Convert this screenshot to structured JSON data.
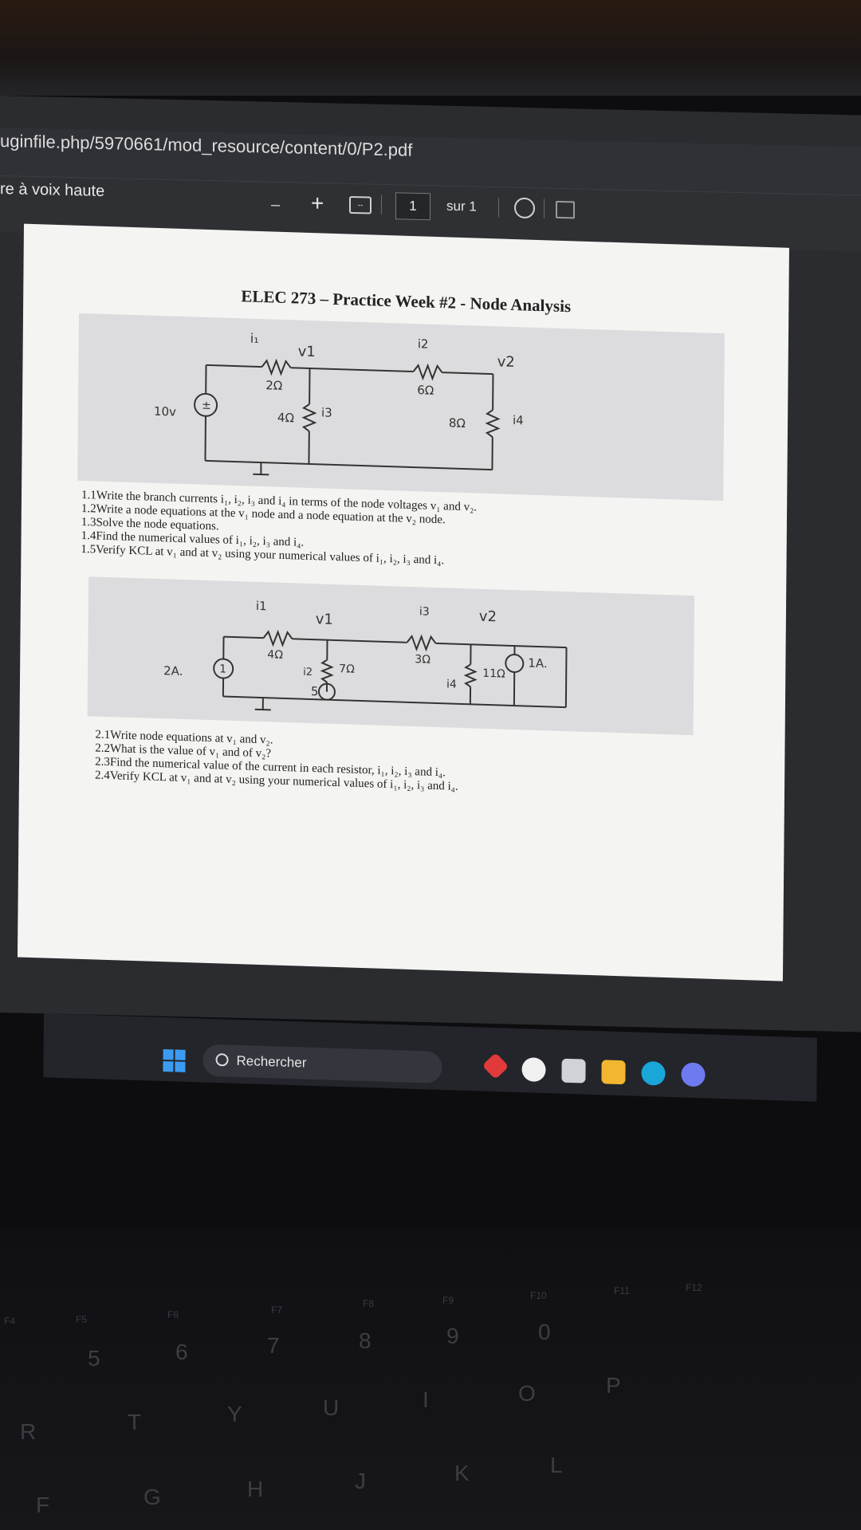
{
  "browser": {
    "url": "uginfile.php/5970661/mod_resource/content/0/P2.pdf",
    "read_aloud": "re à voix haute"
  },
  "pdf_toolbar": {
    "zoom_out": "–",
    "zoom_in": "+",
    "page_number": "1",
    "page_of": "sur 1"
  },
  "document": {
    "title": "ELEC 273 – Practice Week #2 - Node Analysis",
    "circuit1_labels": {
      "i1": "i₁",
      "i2": "i2",
      "v1": "v1",
      "v2": "v2",
      "r1": "2Ω",
      "r2": "6Ω",
      "r3": "4Ω",
      "r4": "8Ω",
      "i3": "i3",
      "i4": "i4",
      "source": "10v"
    },
    "questions1": [
      "1.1Write the branch currents i₁, i₂, i₃ and i₄ in terms of the node voltages v₁ and v₂.",
      "1.2Write a node equations at the v₁ node and a node equation at the v₂ node.",
      "1.3Solve the node equations.",
      "1.4Find the numerical values of i₁, i₂, i₃ and i₄.",
      "1.5Verify KCL at v₁ and at v₂ using your numerical values of i₁, i₂, i₃ and i₄."
    ],
    "circuit2_labels": {
      "i1": "i1",
      "v1": "v1",
      "i3": "i3",
      "v2": "v2",
      "r1": "4Ω",
      "r2": "7Ω",
      "r3": "3Ω",
      "r4": "11Ω",
      "i2": "i2",
      "i4": "i4",
      "source_left": "2A.",
      "source_left_value": "1",
      "source_mid": "5",
      "source_right": "1A."
    },
    "questions2": [
      "2.1Write node equations at v₁ and v₂.",
      "2.2What is the value of v₁ and of v₂?",
      "2.3Find the numerical value of the current in each resistor, i₁, i₂, i₃ and i₄.",
      "2.4Verify KCL at v₁ and at v₂ using your numerical values of i₁, i₂, i₃ and i₄."
    ]
  },
  "taskbar": {
    "search_placeholder": "Rechercher"
  },
  "keyboard": {
    "fkeys": [
      "F4",
      "F5",
      "F6",
      "F7",
      "F8",
      "F9",
      "F10",
      "F11",
      "F12"
    ],
    "numbers": [
      "%\n5",
      "6",
      "&\n7",
      "8",
      "(\n9",
      "0"
    ],
    "row_top": [
      "T",
      "Y",
      "U",
      "I",
      "O",
      "P"
    ],
    "row_home": [
      "F",
      "G",
      "H",
      "J",
      "K",
      "L"
    ],
    "left_keys": [
      "R",
      "F"
    ]
  }
}
